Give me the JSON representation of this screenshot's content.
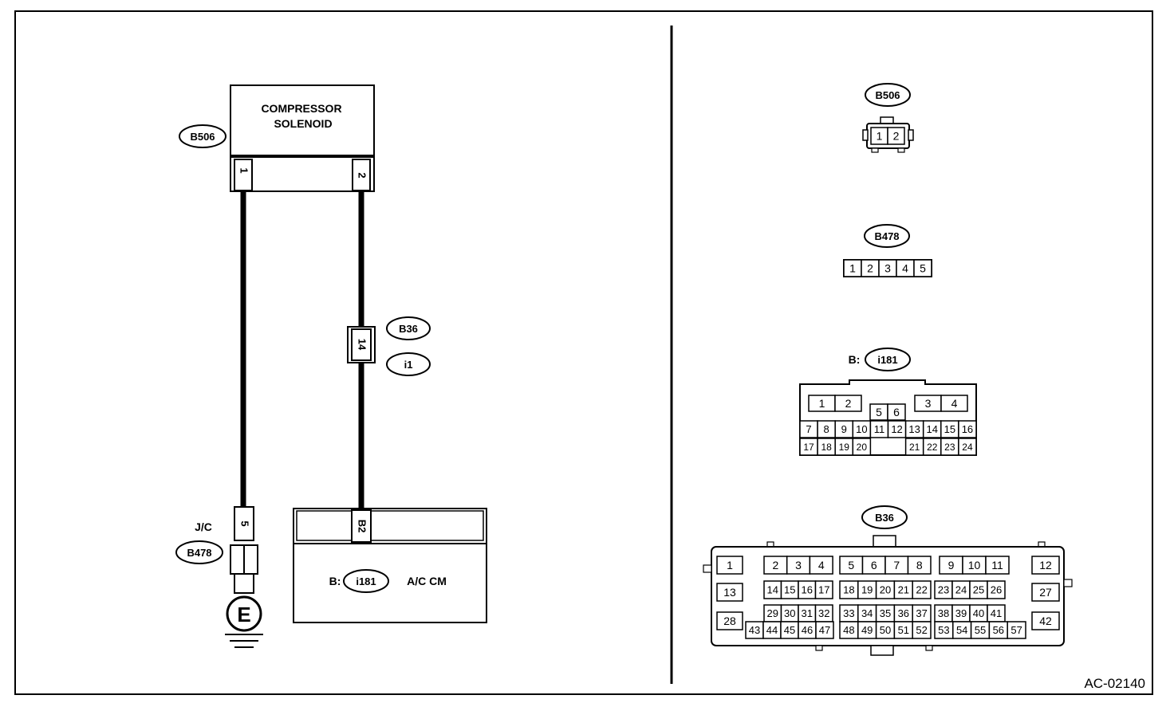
{
  "left": {
    "component": {
      "name_line1": "COMPRESSOR",
      "name_line2": "SOLENOID",
      "connector": "B506",
      "pin1": "1",
      "pin2": "2"
    },
    "joint_connector": {
      "label": "J/C",
      "connector": "B478",
      "pin": "5"
    },
    "inline_connector": {
      "pin": "14",
      "connector_a": "B36",
      "connector_b": "i1"
    },
    "ground_symbol": "E",
    "module": {
      "prefix": "B:",
      "connector": "i181",
      "name": "A/C CM",
      "pin": "B2"
    }
  },
  "right": {
    "b506": {
      "label": "B506",
      "pins": [
        "1",
        "2"
      ]
    },
    "b478": {
      "label": "B478",
      "pins": [
        "1",
        "2",
        "3",
        "4",
        "5"
      ]
    },
    "i181": {
      "prefix": "B:",
      "label": "i181",
      "top_left": [
        "1",
        "2"
      ],
      "top_right": [
        "3",
        "4"
      ],
      "middle": [
        "5",
        "6"
      ],
      "row_a": [
        "7",
        "8",
        "9",
        "10",
        "11",
        "12",
        "13",
        "14",
        "15",
        "16"
      ],
      "row_b_left": [
        "17",
        "18",
        "19",
        "20"
      ],
      "row_b_right": [
        "21",
        "22",
        "23",
        "24"
      ]
    },
    "b36": {
      "label": "B36",
      "r1_group1": [
        "1"
      ],
      "r1_group2": [
        "2",
        "3",
        "4"
      ],
      "r1_group3": [
        "5",
        "6",
        "7",
        "8"
      ],
      "r1_group4": [
        "9",
        "10",
        "11"
      ],
      "r1_group5": [
        "12"
      ],
      "r2_left": [
        "13"
      ],
      "r2_group1": [
        "14",
        "15",
        "16",
        "17"
      ],
      "r2_group2": [
        "18",
        "19",
        "20",
        "21",
        "22"
      ],
      "r2_group3": [
        "23",
        "24",
        "25",
        "26"
      ],
      "r2_right": [
        "27"
      ],
      "r3_left": [
        "28"
      ],
      "r3_group1": [
        "29",
        "30",
        "31",
        "32"
      ],
      "r3_group2": [
        "33",
        "34",
        "35",
        "36",
        "37"
      ],
      "r3_group3": [
        "38",
        "39",
        "40",
        "41"
      ],
      "r3_right": [
        "42"
      ],
      "r4_group1": [
        "43",
        "44",
        "45",
        "46",
        "47"
      ],
      "r4_group2": [
        "48",
        "49",
        "50",
        "51",
        "52"
      ],
      "r4_group3": [
        "53",
        "54",
        "55",
        "56",
        "57"
      ]
    }
  },
  "figure_id": "AC-02140"
}
